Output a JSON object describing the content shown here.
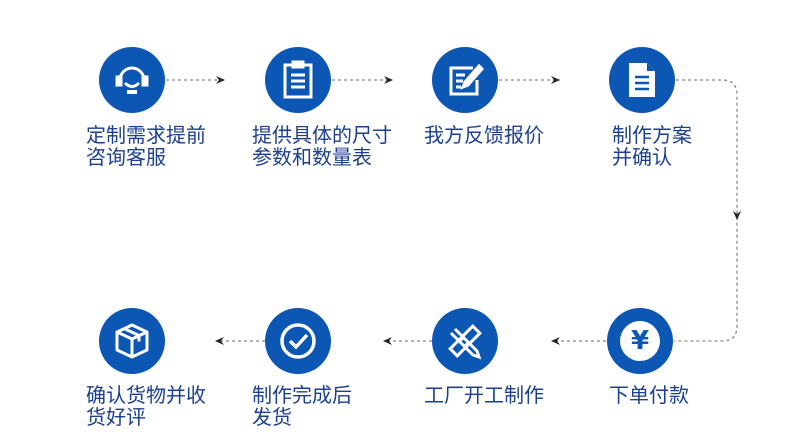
{
  "steps": [
    {
      "line1": "定制需求提前",
      "line2": "咨询客服",
      "icon": "headset-icon"
    },
    {
      "line1": "提供具体的尺寸",
      "line2": "参数和数量表",
      "icon": "clipboard-icon"
    },
    {
      "line1": "我方反馈报价",
      "line2": "",
      "icon": "edit-form-icon"
    },
    {
      "line1": "制作方案",
      "line2": "并确认",
      "icon": "document-icon"
    },
    {
      "line1": "下单付款",
      "line2": "",
      "icon": "yen-icon",
      "symbol": "¥"
    },
    {
      "line1": "工厂开工制作",
      "line2": "",
      "icon": "ruler-pencil-icon"
    },
    {
      "line1": "制作完成后",
      "line2": "发货",
      "icon": "check-circle-icon"
    },
    {
      "line1": "确认货物并收",
      "line2": "货好评",
      "icon": "box-icon"
    }
  ],
  "colors": {
    "accent": "#0c57b4",
    "text": "#1d3f8f",
    "connector": "#888888"
  }
}
